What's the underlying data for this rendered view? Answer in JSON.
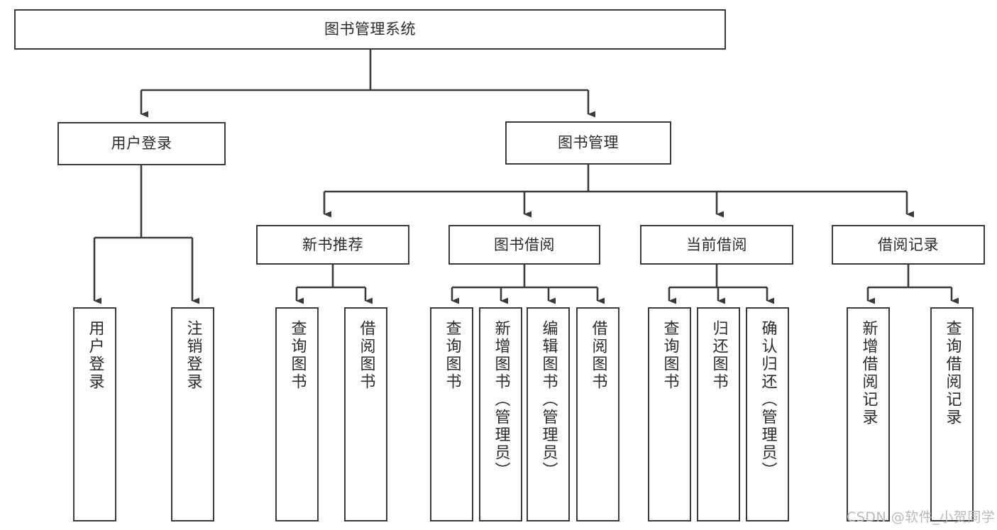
{
  "diagram": {
    "type": "tree-flowchart",
    "title_node": {
      "label": "图书管理系统"
    },
    "level2": [
      {
        "label": "用户登录"
      },
      {
        "label": "图书管理"
      }
    ],
    "level3": [
      {
        "label": "新书推荐"
      },
      {
        "label": "图书借阅"
      },
      {
        "label": "当前借阅"
      },
      {
        "label": "借阅记录"
      }
    ],
    "leaves": [
      {
        "label": "用户登录",
        "parent": "用户登录"
      },
      {
        "label": "注销登录",
        "parent": "用户登录"
      },
      {
        "label": "查询图书",
        "parent": "新书推荐"
      },
      {
        "label": "借阅图书",
        "parent": "新书推荐"
      },
      {
        "label": "查询图书",
        "parent": "图书借阅"
      },
      {
        "label": "新增图书（管理员）",
        "parent": "图书借阅"
      },
      {
        "label": "编辑图书（管理员）",
        "parent": "图书借阅"
      },
      {
        "label": "借阅图书",
        "parent": "图书借阅"
      },
      {
        "label": "查询图书",
        "parent": "当前借阅"
      },
      {
        "label": "归还图书",
        "parent": "当前借阅"
      },
      {
        "label": "确认归还（管理员）",
        "parent": "当前借阅"
      },
      {
        "label": "新增借阅记录",
        "parent": "借阅记录"
      },
      {
        "label": "查询借阅记录",
        "parent": "借阅记录"
      }
    ]
  },
  "watermark": {
    "text": "CSDN @软件_小贺同学"
  },
  "colors": {
    "box_border": "#3a3a3a",
    "box_fill": "#ffffff",
    "text": "#2b2b2b",
    "edge": "#3a3a3a",
    "watermark": "#b9b9b9"
  }
}
